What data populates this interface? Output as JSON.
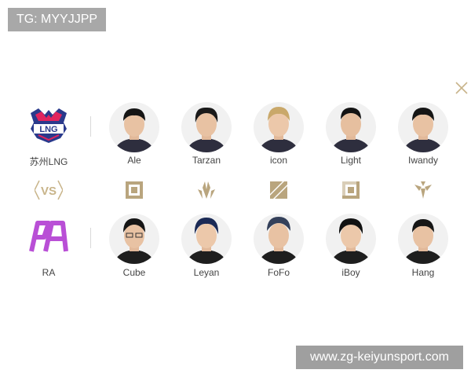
{
  "watermark_top": "TG: MYYJJPP",
  "watermark_bottom": "www.zg-keiyunsport.com",
  "colors": {
    "gold": "#c8b48a",
    "lng_red": "#e0245e",
    "lng_blue": "#2a3a8c",
    "ra_purple": "#b94fd6"
  },
  "team_top": {
    "name": "苏州LNG",
    "logo": "lng-logo",
    "players": [
      {
        "name": "Ale"
      },
      {
        "name": "Tarzan"
      },
      {
        "name": "icon"
      },
      {
        "name": "Light"
      },
      {
        "name": "Iwandy"
      }
    ]
  },
  "vs_label": "VS",
  "positions": [
    "top-lane-icon",
    "jungle-icon",
    "mid-lane-icon",
    "bot-lane-icon",
    "support-icon"
  ],
  "team_bottom": {
    "name": "RA",
    "logo": "ra-logo",
    "players": [
      {
        "name": "Cube"
      },
      {
        "name": "Leyan"
      },
      {
        "name": "FoFo"
      },
      {
        "name": "iBoy"
      },
      {
        "name": "Hang"
      }
    ]
  }
}
